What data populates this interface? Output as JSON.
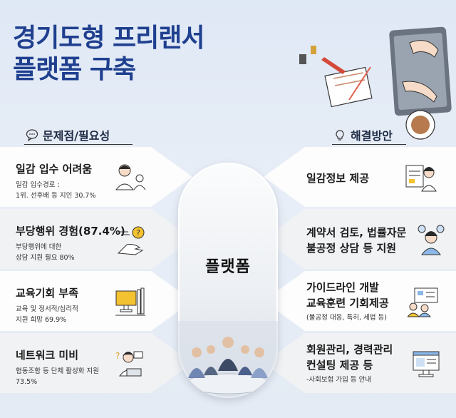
{
  "title": {
    "line1": "경기도형 프리랜서",
    "line2": "플랫폼 구축"
  },
  "left_header": {
    "icon": "speech-bubble-icon",
    "label": "문제점/필요성"
  },
  "right_header": {
    "icon": "lightbulb-icon",
    "label": "해결방안"
  },
  "center": {
    "label": "플랫폼"
  },
  "problems": [
    {
      "heading": "일감 입수 어려움",
      "detail1": "일감 입수경로 :",
      "detail2": "1위. 선후배 등 지인 30.7%",
      "icon": "worker-at-desk-icon"
    },
    {
      "heading": "부당행위 경험(87.4%)",
      "detail1": "부당행위에 대한",
      "detail2": "상담 지원 필요 80%",
      "icon": "hand-question-icon"
    },
    {
      "heading": "교육기회 부족",
      "detail1": "교육 및 정서적/심리적",
      "detail2": "지원 희망 69.9%",
      "icon": "monitor-books-icon"
    },
    {
      "heading": "네트워크 미비",
      "detail1": "협동조합 등 단체 활성화 지원",
      "detail2": "73.5%",
      "icon": "person-laptop-icon"
    }
  ],
  "solutions": [
    {
      "line1": "일감정보 제공",
      "line2": "",
      "note": "",
      "icon": "job-board-icon"
    },
    {
      "line1": "계약서 검토, 법률자문",
      "line2": "불공정 상담 등 지원",
      "note": "",
      "icon": "consulting-icon"
    },
    {
      "line1": "가이드라인 개발",
      "line2": "교육훈련 기회제공",
      "note": "(불공정 대응, 특허, 세법 등)",
      "icon": "classroom-icon"
    },
    {
      "line1": "회원관리, 경력관리",
      "line2": "컨설팅 제공 등",
      "note": "-사회보험 가입 등 안내",
      "icon": "computer-window-icon"
    }
  ]
}
